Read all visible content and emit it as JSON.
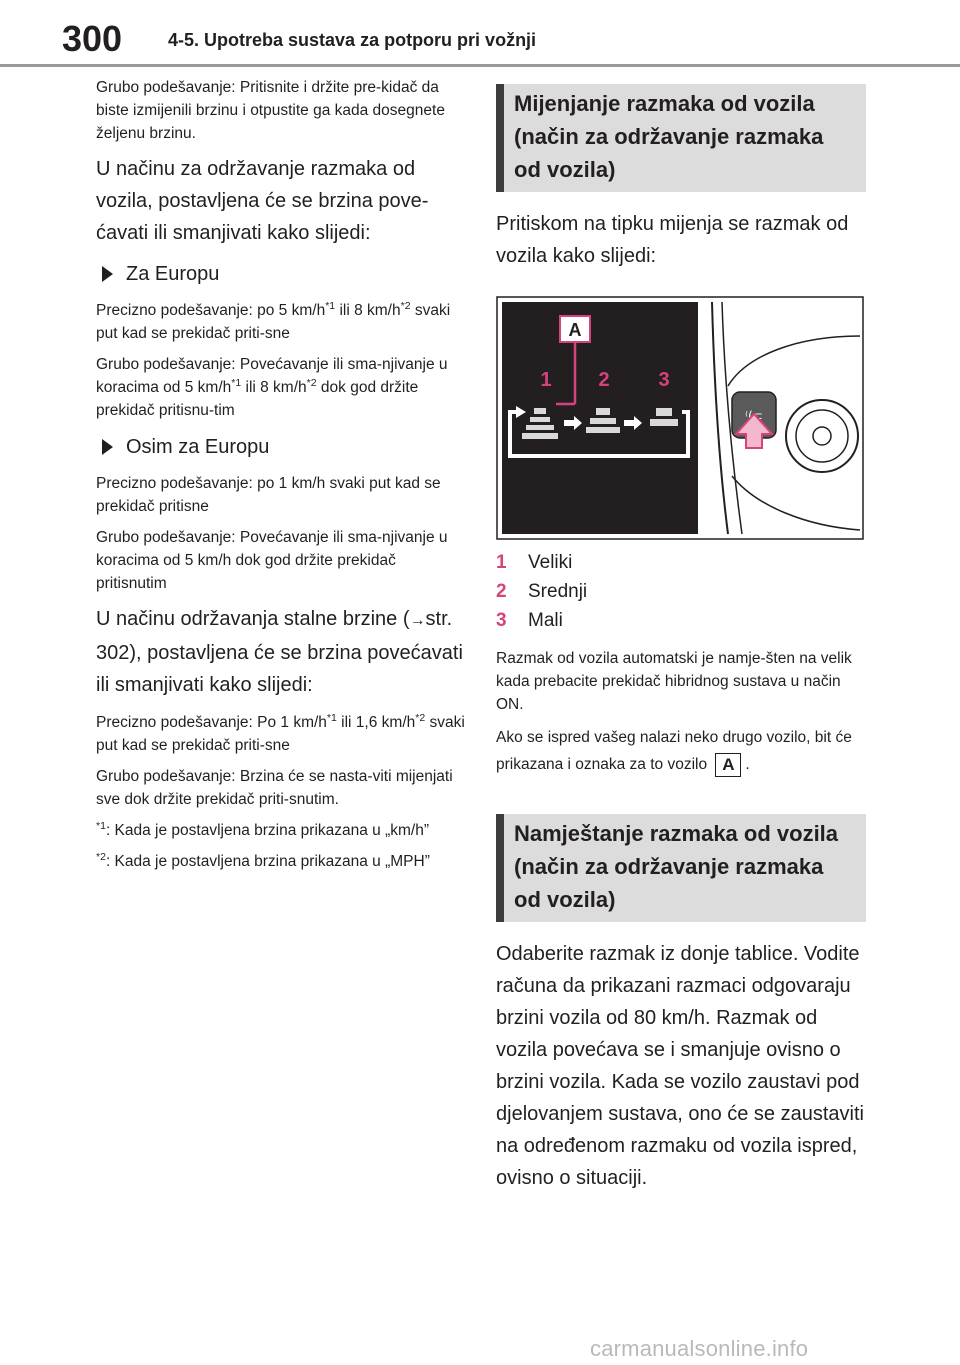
{
  "header": {
    "page_number": "300",
    "chapter_title": "4-5. Upotreba sustava za potporu pri vožnji"
  },
  "left": {
    "p1": "Grubo podešavanje: Pritisnite i držite pre-kidač da biste izmijenili brzinu i otpustite ga kada dosegnete željenu brzinu.",
    "p2": "U načinu za održavanje razmaka od vozila, postavljena će se brzina pove-ćavati ili smanjivati kako slijedi:",
    "bullet_europe": "Za Europu",
    "eu_fine_a": "Precizno podešavanje: po 5 km/h",
    "sup1": "*1",
    "eu_fine_b": " ili 8 km/h",
    "sup2": "*2",
    "eu_fine_c": " svaki put kad se prekidač priti-sne",
    "eu_coarse_a": "Grubo podešavanje: Povećavanje ili sma-njivanje u koracima od 5 km/h",
    "eu_coarse_b": " ili 8 km/h",
    "eu_coarse_c": " dok god držite prekidač pritisnu-tim",
    "bullet_other": "Osim za Europu",
    "ne_fine": "Precizno podešavanje: po 1 km/h svaki put kad se prekidač pritisne",
    "ne_coarse": "Grubo podešavanje: Povećavanje ili sma-njivanje u koracima od 5 km/h dok god držite prekidač pritisnutim",
    "p3_a": "U načinu održavanja stalne brzine (",
    "p3_arrow": "→",
    "p3_b": "str. 302), postavljena će se brzina povećavati ili smanjivati kako slijedi:",
    "cs_fine_a": "Precizno podešavanje: Po 1 km/h",
    "cs_fine_b": " ili 1,6 km/h",
    "cs_fine_c": " svaki put kad se prekidač priti-sne",
    "cs_coarse": "Grubo podešavanje: Brzina će se nasta-viti mijenjati sve dok držite prekidač priti-snutim.",
    "note1_text": ": Kada je postavljena brzina prikazana u „km/h”",
    "note2_text": ": Kada je postavljena brzina prikazana u „MPH”"
  },
  "right": {
    "section1_title": "Mijenjanje razmaka od vozila (način za održavanje razmaka od vozila)",
    "intro": "Pritiskom na tipku mijenja se razmak od vozila kako slijedi:",
    "figure": {
      "label_a": "A",
      "num1": "1",
      "num2": "2",
      "num3": "3",
      "accent": "#d6427d"
    },
    "legend": [
      {
        "num": "1",
        "label": "Veliki"
      },
      {
        "num": "2",
        "label": "Srednji"
      },
      {
        "num": "3",
        "label": "Mali"
      }
    ],
    "auto_note": "Razmak od vozila automatski je namje-šten na velik kada prebacite prekidač hibridnog sustava u način ON.",
    "ahead_note_a": "Ako se ispred vašeg nalazi neko drugo vozilo, bit će prikazana i oznaka za to vozilo",
    "ahead_badge": "A",
    "ahead_note_b": ".",
    "section2_title": "Namještanje razmaka od vozila (način za održavanje razmaka od vozila)",
    "final": "Odaberite razmak iz donje tablice. Vodite računa da prikazani razmaci odgovaraju brzini vozila od 80 km/h. Razmak od vozila povećava se i smanjuje ovisno o brzini vozila. Kada se vozilo zaustavi pod djelovanjem sustava, ono će se zaustaviti na određenom razmaku od vozila ispred, ovisno o situaciji."
  },
  "footer": {
    "watermark": "carmanualsonline.info"
  }
}
